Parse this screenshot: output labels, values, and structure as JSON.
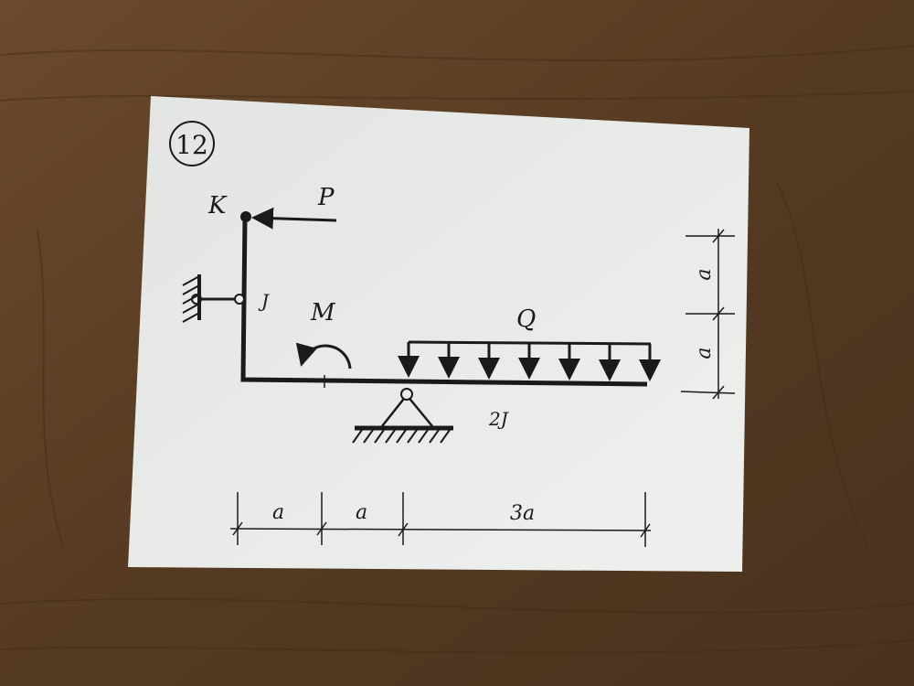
{
  "problem_number": "12",
  "labels": {
    "node_k": "K",
    "force_p": "P",
    "column_stiffness": "J",
    "moment_m": "M",
    "distributed_load_q": "Q",
    "beam_stiffness": "2J"
  },
  "dimensions": {
    "horizontal": [
      "a",
      "a",
      "3a"
    ],
    "vertical": [
      "a",
      "a"
    ]
  },
  "colors": {
    "wood": "#5a3f26",
    "paper": "#e9ebe8",
    "ink": "#1a1a1a"
  }
}
